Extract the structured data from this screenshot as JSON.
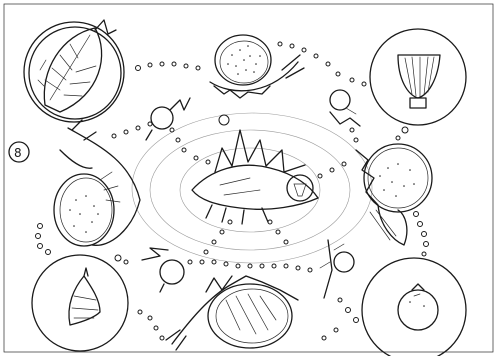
{
  "sketch": {
    "badge_text": "8",
    "ink_color": "#1a1a1a",
    "paper_color": "#ffffff",
    "elements": [
      "bubble-leaf",
      "round-nut",
      "scallop-shell-bubble",
      "spiky-creature",
      "hatched-fruit",
      "conch-shell-bubble",
      "orange-bubble",
      "dotted-trails"
    ]
  }
}
